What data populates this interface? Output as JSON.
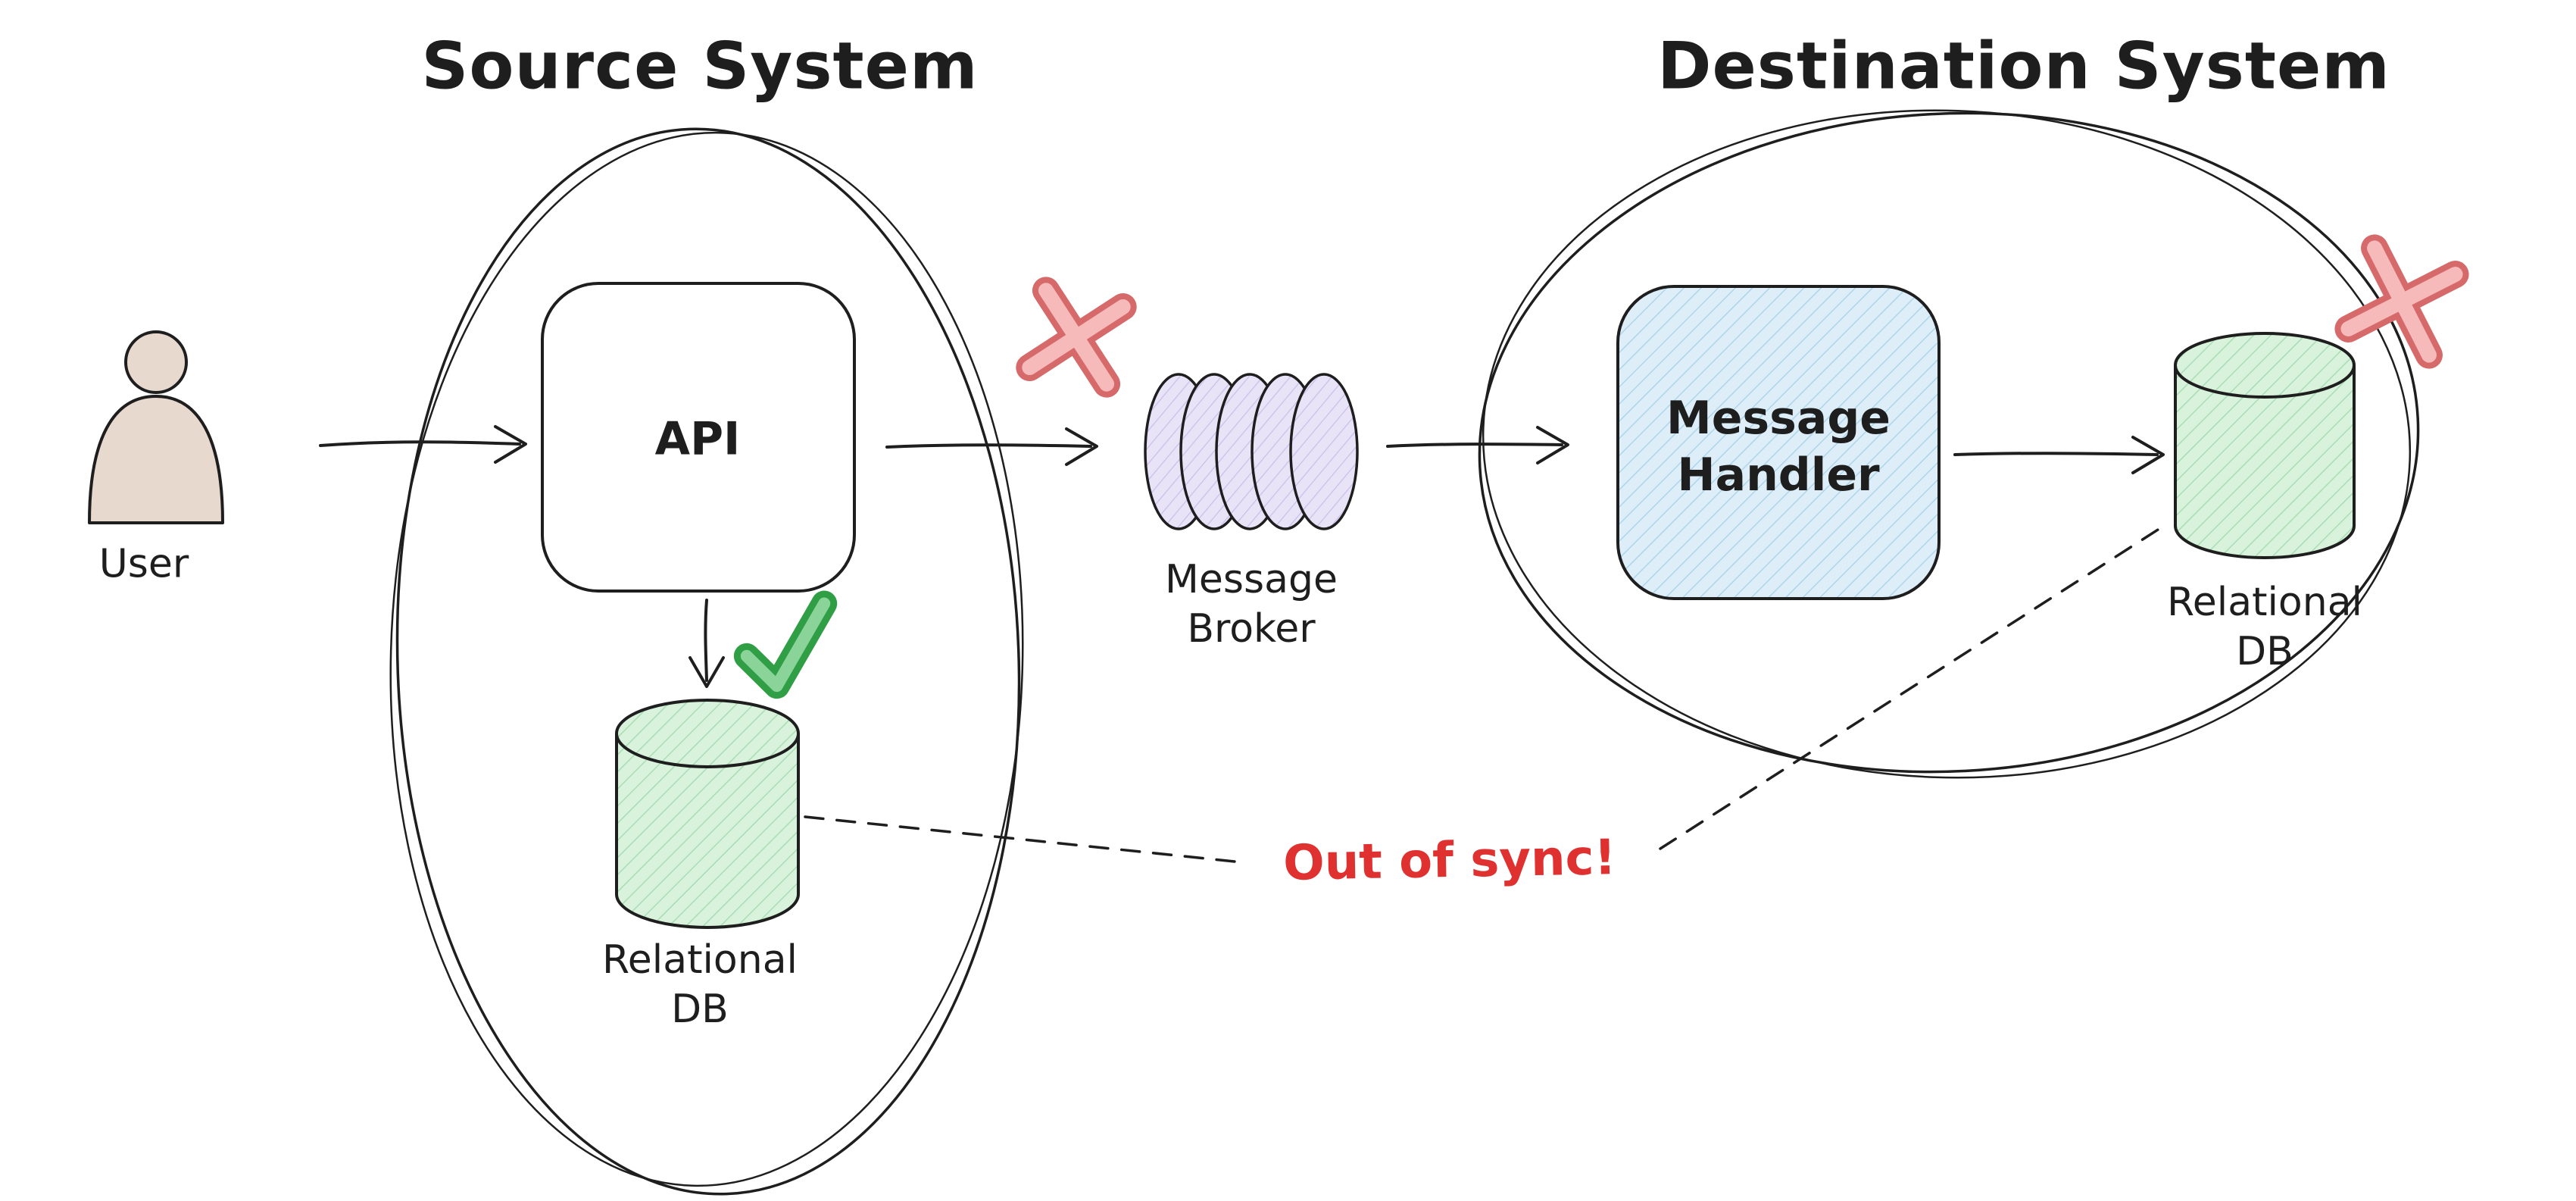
{
  "titles": {
    "source": "Source System",
    "destination": "Destination System"
  },
  "labels": {
    "user": "User",
    "api": "API",
    "message_broker": [
      "Message",
      "Broker"
    ],
    "message_handler": [
      "Message",
      "Handler"
    ],
    "source_db": [
      "Relational",
      "DB"
    ],
    "destination_db": [
      "Relational",
      "DB"
    ],
    "out_of_sync": "Out of sync!"
  },
  "colors": {
    "stroke": "#1e1e1e",
    "api_fill": "#ddeef9",
    "api_hatch": "#aed5ea",
    "db_fill": "#d9f2dc",
    "db_hatch": "#a9ddb4",
    "broker_fill": "#e8e3f7",
    "broker_hatch": "#c9c0ea",
    "error_text": "#e03131",
    "x_outline": "#d66a6a",
    "x_fill": "#f6baba",
    "check_outline": "#2f9e44",
    "check_fill": "#8ad49a",
    "user_fill": "#e8d9cf"
  }
}
